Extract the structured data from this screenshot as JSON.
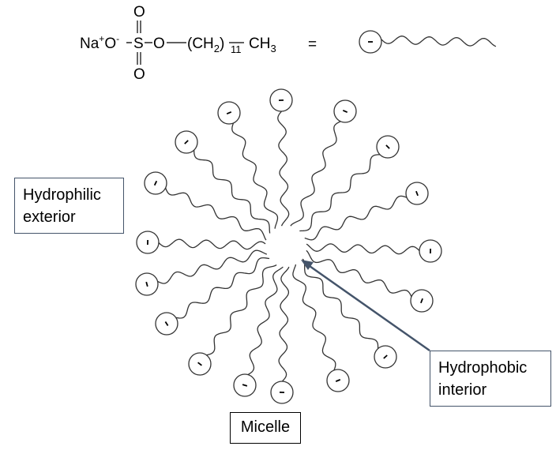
{
  "formula": {
    "cation": "Na",
    "cation_charge": "+",
    "anion_o": "O",
    "anion_charge": "-",
    "sulfur": "S",
    "oxo_top": "O",
    "oxo_bottom": "O",
    "bridge_o": "O",
    "chain_open": "(CH",
    "chain_sub": "2",
    "chain_close": ")",
    "repeat_count": "11",
    "terminal": "CH",
    "terminal_sub": "3",
    "equals": "="
  },
  "legend_molecule": {
    "head_charge": "-",
    "description": "surfactant: charged head with hydrocarbon tail"
  },
  "micelle": {
    "molecule_count": 17,
    "head_charge": "-"
  },
  "labels": {
    "hydrophilic": [
      "Hydrophilic",
      "exterior"
    ],
    "hydrophobic": [
      "Hydrophobic",
      "interior"
    ],
    "micelle": "Micelle"
  },
  "colors": {
    "line": "#333333",
    "arrow": "#44546a",
    "box_border": "#44546a"
  }
}
